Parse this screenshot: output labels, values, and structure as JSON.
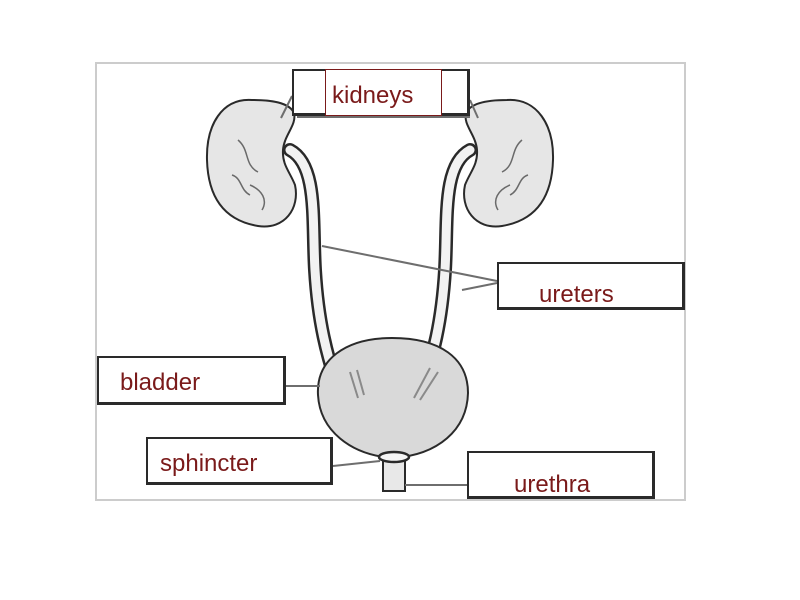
{
  "labels": {
    "kidneys": "kidneys",
    "ureters": "ureters",
    "bladder": "bladder",
    "sphincter": "sphincter",
    "urethra": "urethra"
  },
  "colors": {
    "label_text": "#7a1a1a",
    "outline": "#2a2a2a",
    "organ_fill": "#e6e6e6",
    "bladder_fill": "#d9d9d9",
    "frame": "#cccccc"
  }
}
